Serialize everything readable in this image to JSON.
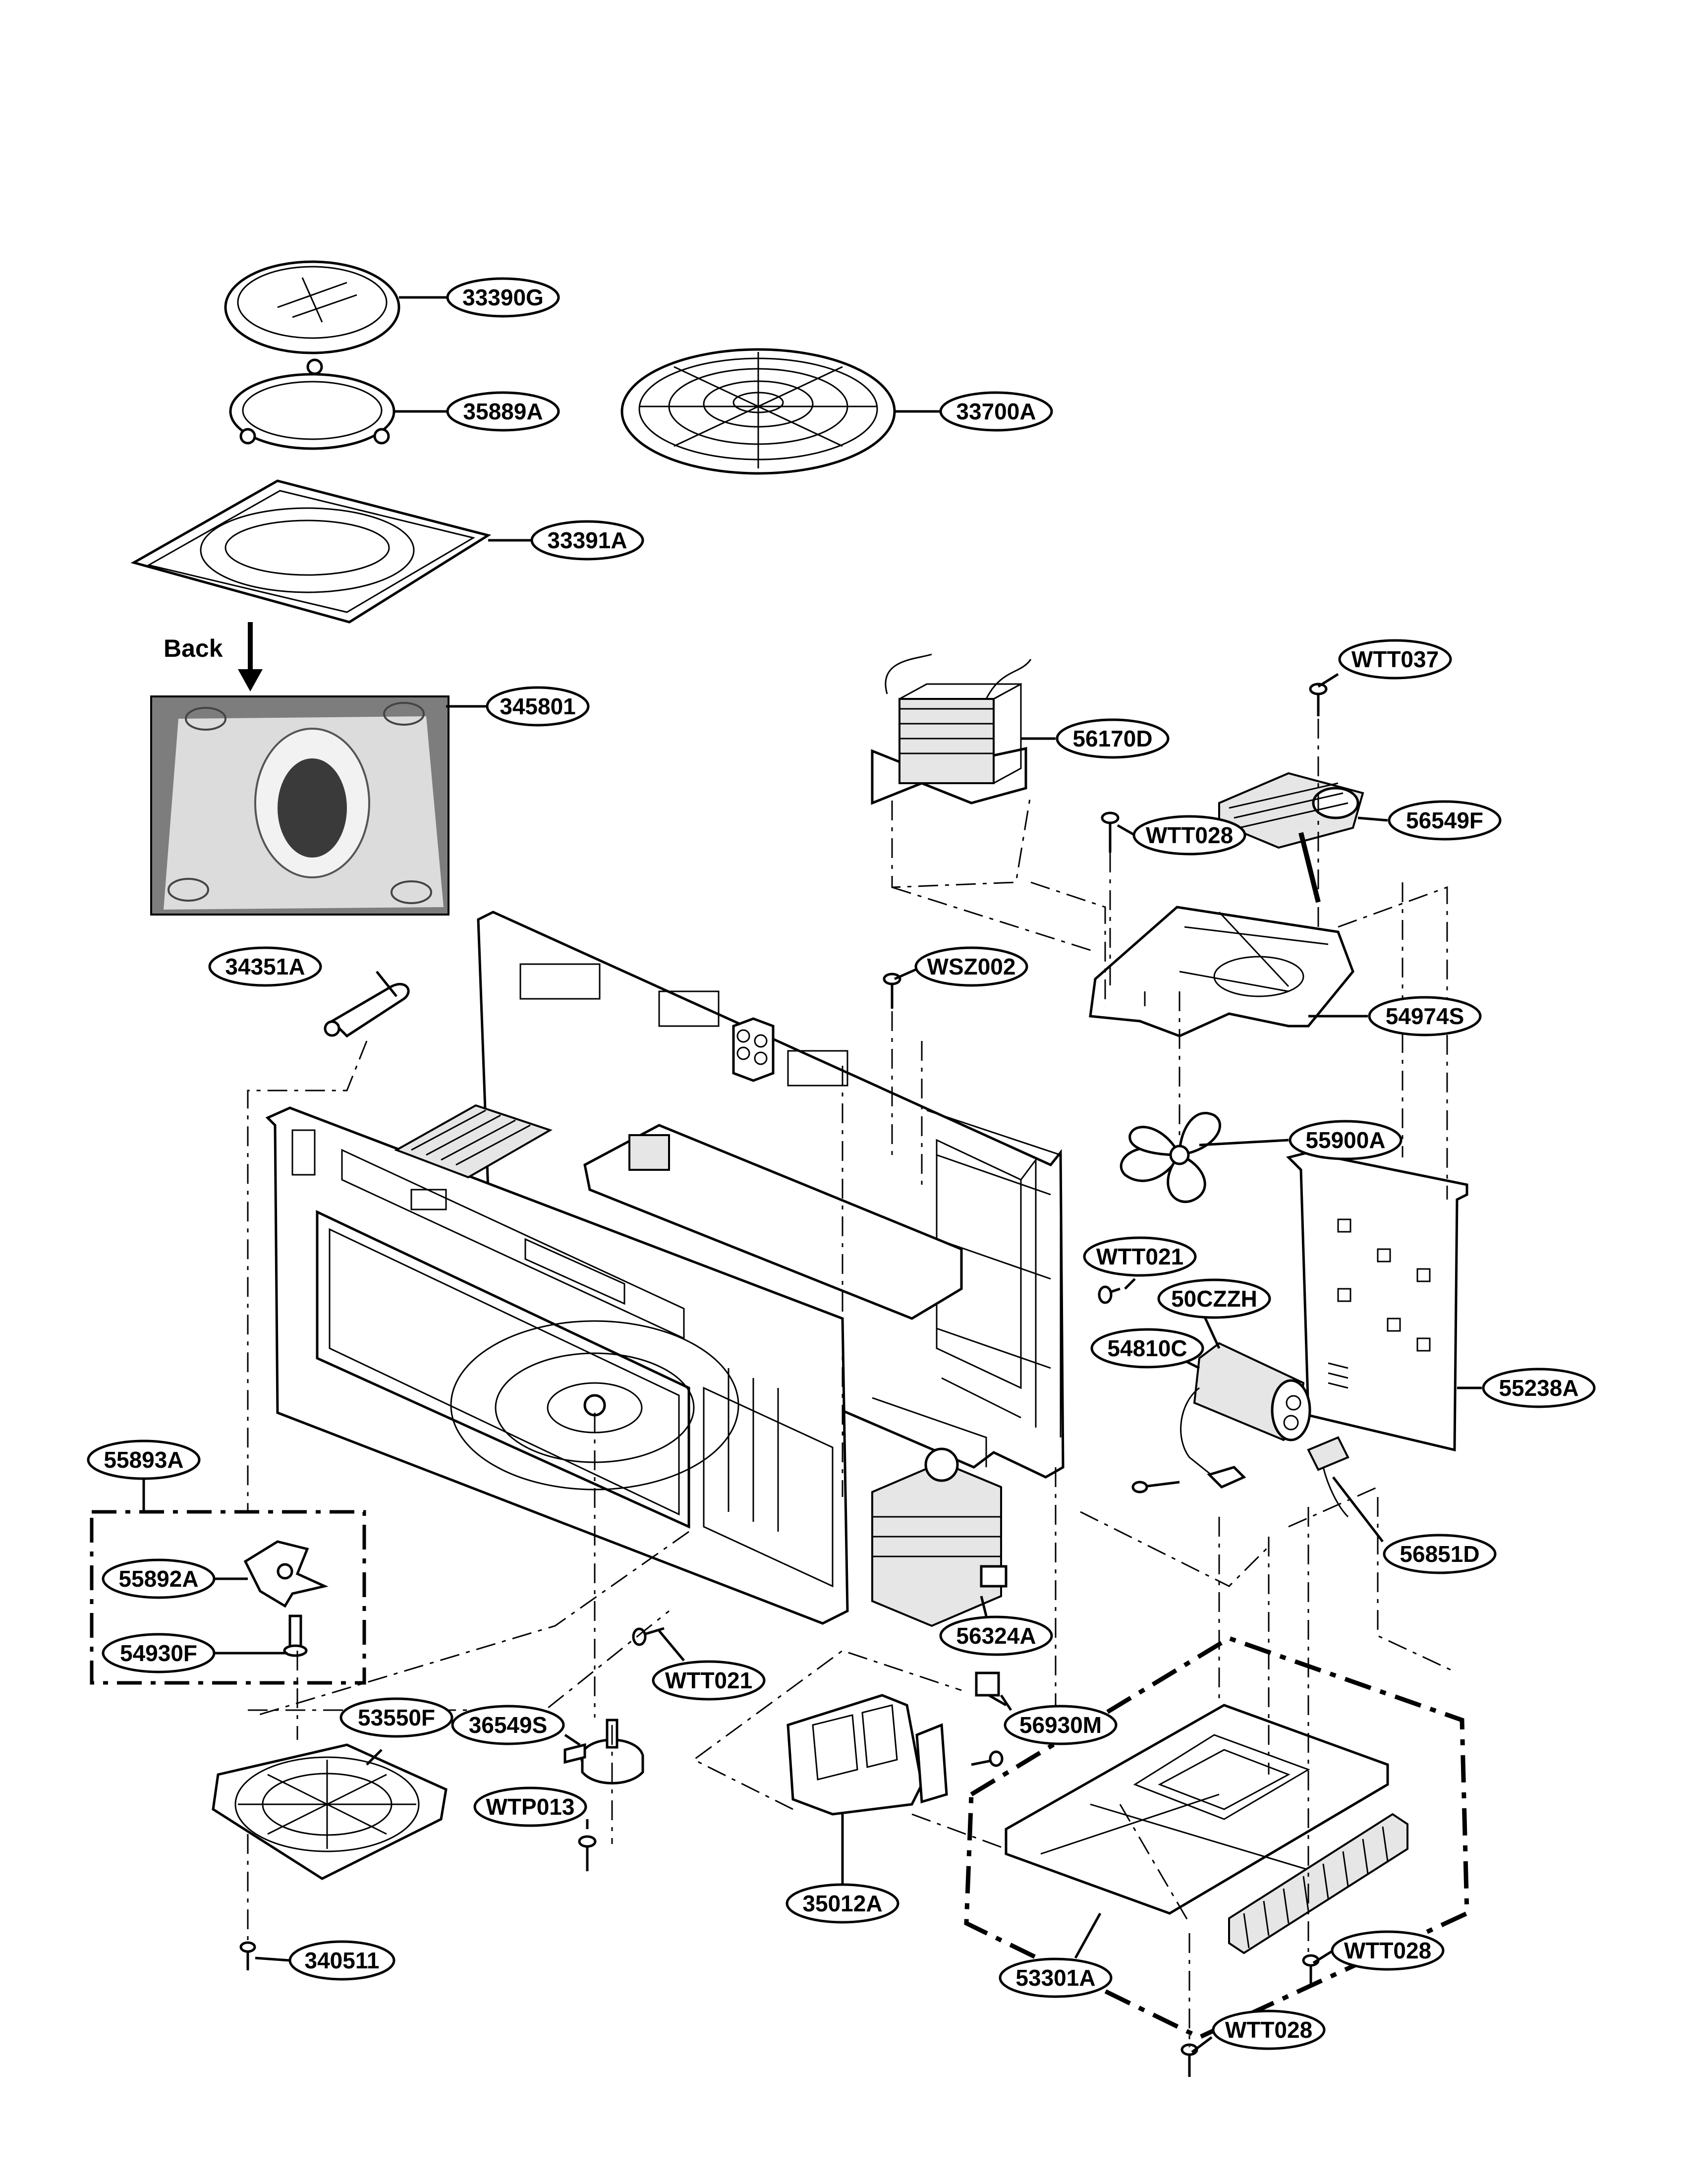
{
  "labels": {
    "p33390G": "33390G",
    "p35889A": "35889A",
    "p33700A": "33700A",
    "p33391A": "33391A",
    "back": "Back",
    "p345801": "345801",
    "p56170D": "56170D",
    "pWTT037": "WTT037",
    "p56549F": "56549F",
    "pWTT028a": "WTT028",
    "p54974S": "54974S",
    "pWSZ002": "WSZ002",
    "p34351A": "34351A",
    "p55900A": "55900A",
    "pWTT021a": "WTT021",
    "p50CZZH": "50CZZH",
    "p54810C": "54810C",
    "p55238A": "55238A",
    "p55893A": "55893A",
    "p55892A": "55892A",
    "p54930F": "54930F",
    "p56851D": "56851D",
    "p56324A": "56324A",
    "pWTT021b": "WTT021",
    "p56930M": "56930M",
    "p53550F": "53550F",
    "p36549S": "36549S",
    "pWTP013": "WTP013",
    "p35012A": "35012A",
    "p340511": "340511",
    "p53301A": "53301A",
    "pWTT028b": "WTT028",
    "pWTT028c": "WTT028"
  }
}
